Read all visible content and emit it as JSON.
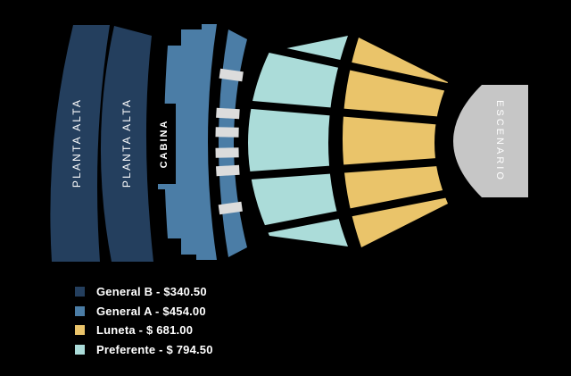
{
  "map": {
    "background": "#000000",
    "sections": {
      "planta_alta_1": {
        "label": "PLANTA ALTA",
        "color": "#243f5e"
      },
      "planta_alta_2": {
        "label": "PLANTA ALTA",
        "color": "#243f5e"
      },
      "cabina": {
        "label": "CABINA",
        "color": "#4b7da6",
        "label_color": "#ffffff"
      },
      "general_a_stairs": {
        "color": "#4b7da6",
        "stair_color": "#dcdcdc",
        "stair_count": 6
      },
      "preferente": {
        "color": "#abdcd9",
        "wedge_count": 5
      },
      "luneta": {
        "color": "#eac46a",
        "wedge_count": 5
      },
      "escenario": {
        "label": "ESCENARIO",
        "color": "#c6c6c6",
        "label_color": "#ffffff"
      }
    }
  },
  "legend": {
    "text_color": "#ffffff",
    "items": [
      {
        "name": "General B",
        "label": "General B - $340.50",
        "color": "#243f5e"
      },
      {
        "name": "General A",
        "label": "General A - $454.00",
        "color": "#4b7da6"
      },
      {
        "name": "Luneta",
        "label": "Luneta - $ 681.00",
        "color": "#eac46a"
      },
      {
        "name": "Preferente",
        "label": "Preferente - $ 794.50",
        "color": "#abdcd9"
      }
    ]
  }
}
